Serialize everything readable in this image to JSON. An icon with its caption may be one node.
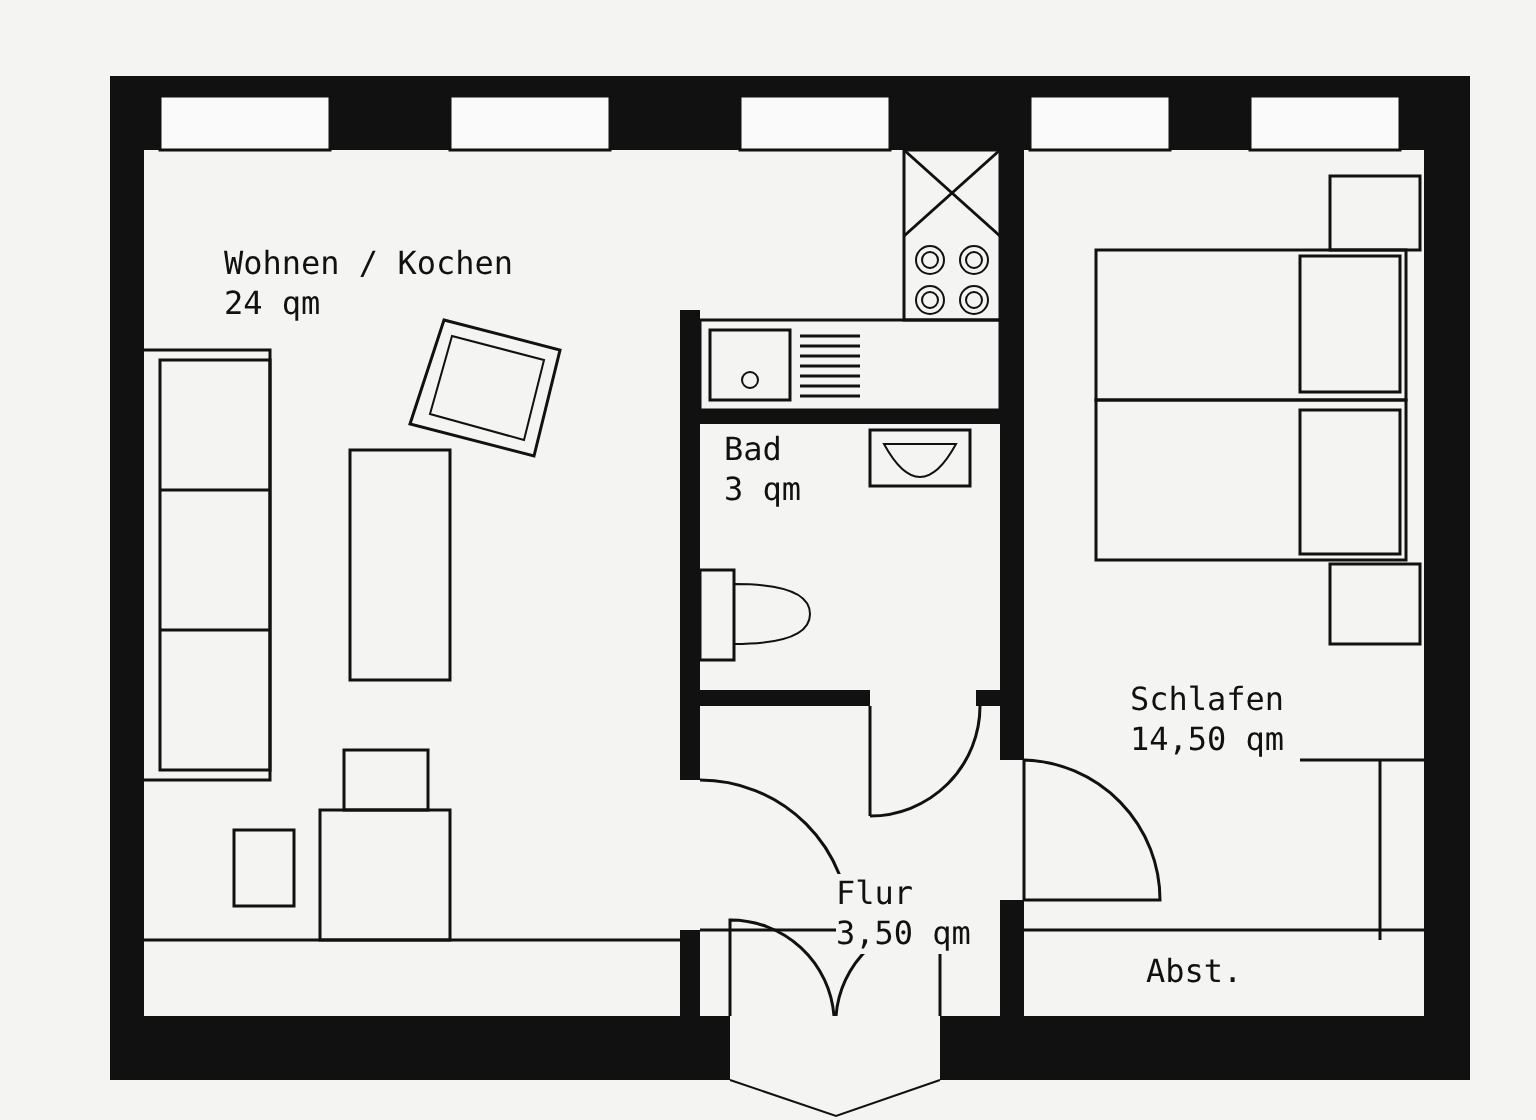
{
  "diagram": {
    "nodes": [
      {
        "text": [
          "Wohnen / Kochen",
          "24 qm"
        ]
      },
      {
        "text": [
          "Bad",
          "3 qm"
        ]
      },
      {
        "text": [
          "Flur",
          "3,50 qm"
        ]
      },
      {
        "text": [
          "Schlafen",
          "14,50 qm"
        ]
      },
      {
        "text": [
          "Abst."
        ]
      }
    ]
  }
}
